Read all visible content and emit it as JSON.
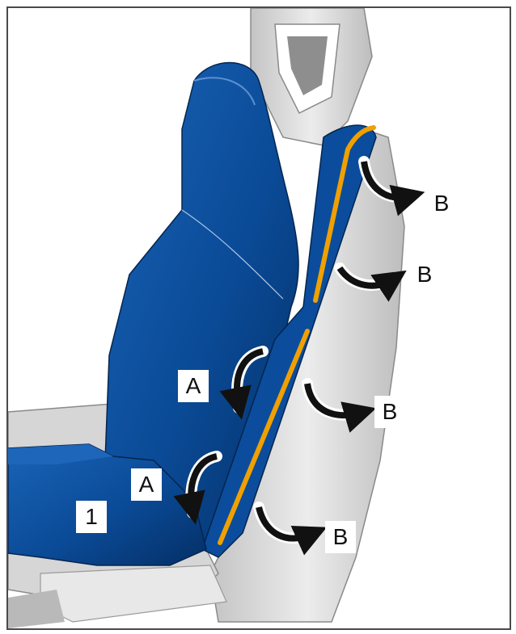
{
  "labels": {
    "part_number": "1",
    "arrow_a": "A",
    "arrow_b": "B"
  },
  "colors": {
    "upholstery": "#0a4a96",
    "upholstery_dark": "#063670",
    "frame_gray": "#cfcfcf",
    "clip_line": "#f0a000",
    "arrow": "#111111"
  }
}
